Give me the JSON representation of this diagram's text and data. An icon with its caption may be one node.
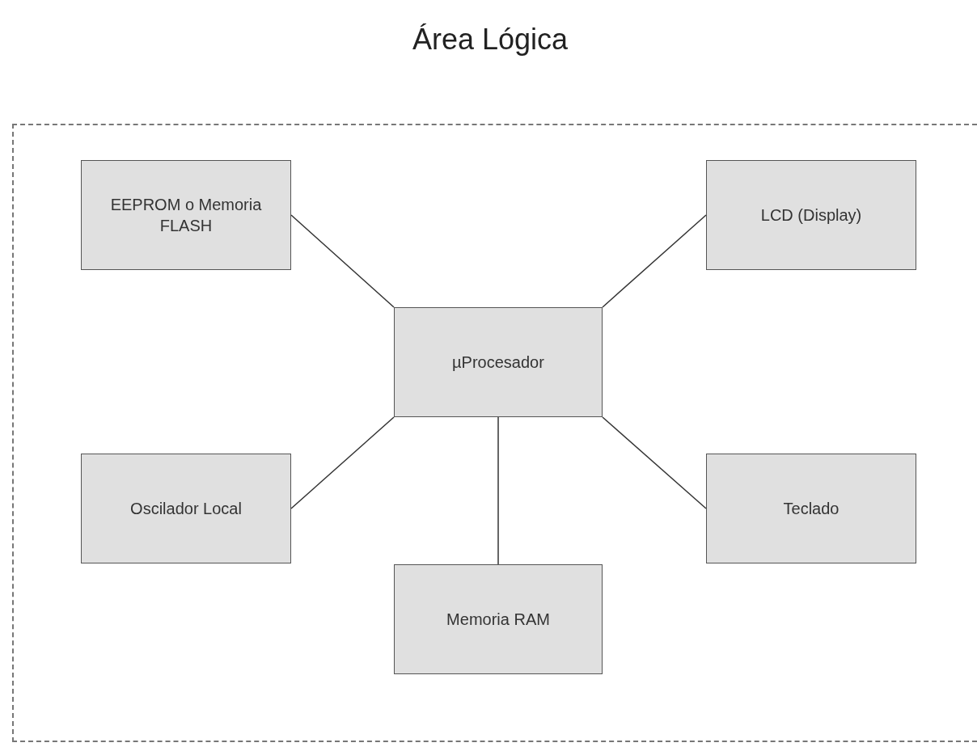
{
  "diagram": {
    "nodes": [
      {
        "text": [
          "Área Lógica"
        ]
      },
      {
        "text": [
          "EEPROM o Memoria FLASH"
        ],
        "in": 0
      },
      {
        "text": [
          "LCD (Display)"
        ],
        "in": 0
      },
      {
        "text": [
          "µProcesador"
        ],
        "in": 0
      },
      {
        "text": [
          "Oscilador Local"
        ],
        "in": 0
      },
      {
        "text": [
          "Teclado"
        ],
        "in": 0
      },
      {
        "text": [
          "Memoria RAM"
        ],
        "in": 0
      }
    ],
    "edges": [
      {
        "from": 1,
        "to": 3,
        "arrow": "none"
      },
      {
        "from": 2,
        "to": 3,
        "arrow": "none"
      },
      {
        "from": 4,
        "to": 3,
        "arrow": "none"
      },
      {
        "from": 5,
        "to": 3,
        "arrow": "none"
      },
      {
        "from": 3,
        "to": 6,
        "arrow": "none"
      }
    ]
  }
}
